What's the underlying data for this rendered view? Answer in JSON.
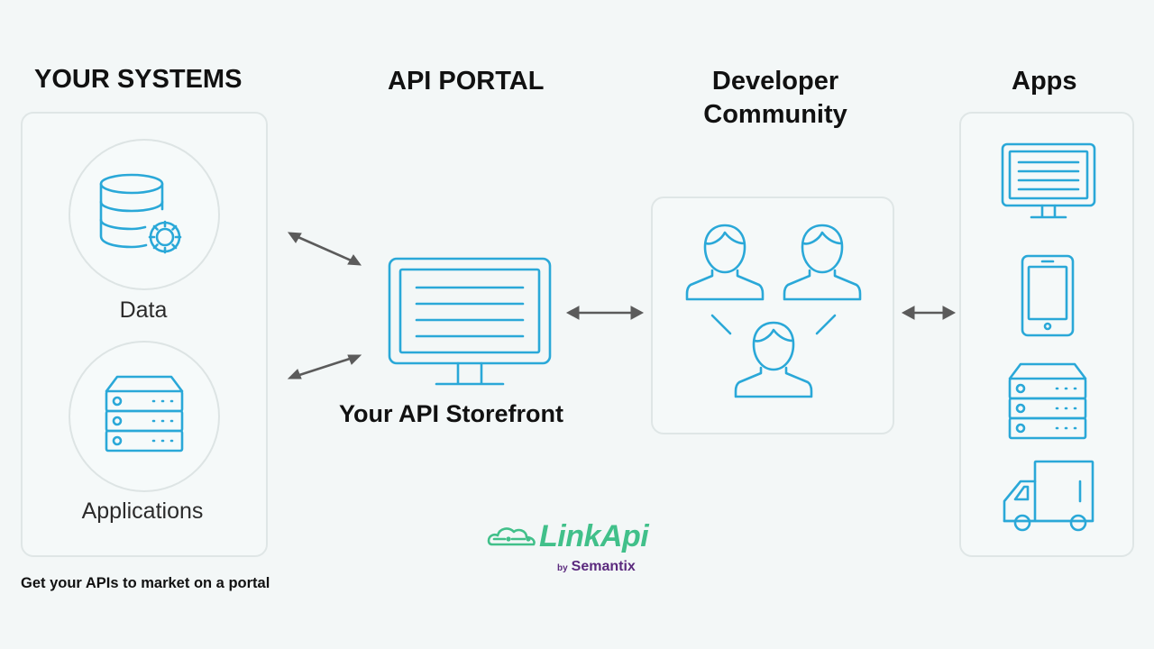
{
  "headings": {
    "systems": "YOUR SYSTEMS",
    "portal": "API PORTAL",
    "community_line1": "Developer",
    "community_line2": "Community",
    "apps": "Apps"
  },
  "systems": {
    "data_label": "Data",
    "applications_label": "Applications"
  },
  "portal": {
    "storefront_label": "Your API Storefront"
  },
  "footer": {
    "tagline": "Get your APIs to market on a portal"
  },
  "brand": {
    "name": "LinkApi",
    "by": "by",
    "company": "Semantix"
  },
  "colors": {
    "icon_stroke": "#2aa8d8",
    "arrow": "#5b5b5b",
    "brand_green": "#41c08a",
    "brand_purple": "#5b2a7e"
  },
  "icons": [
    "database-gear-icon",
    "server-icon",
    "monitor-icon",
    "user-icon",
    "phone-icon",
    "truck-icon",
    "logo-cloud-icon"
  ]
}
